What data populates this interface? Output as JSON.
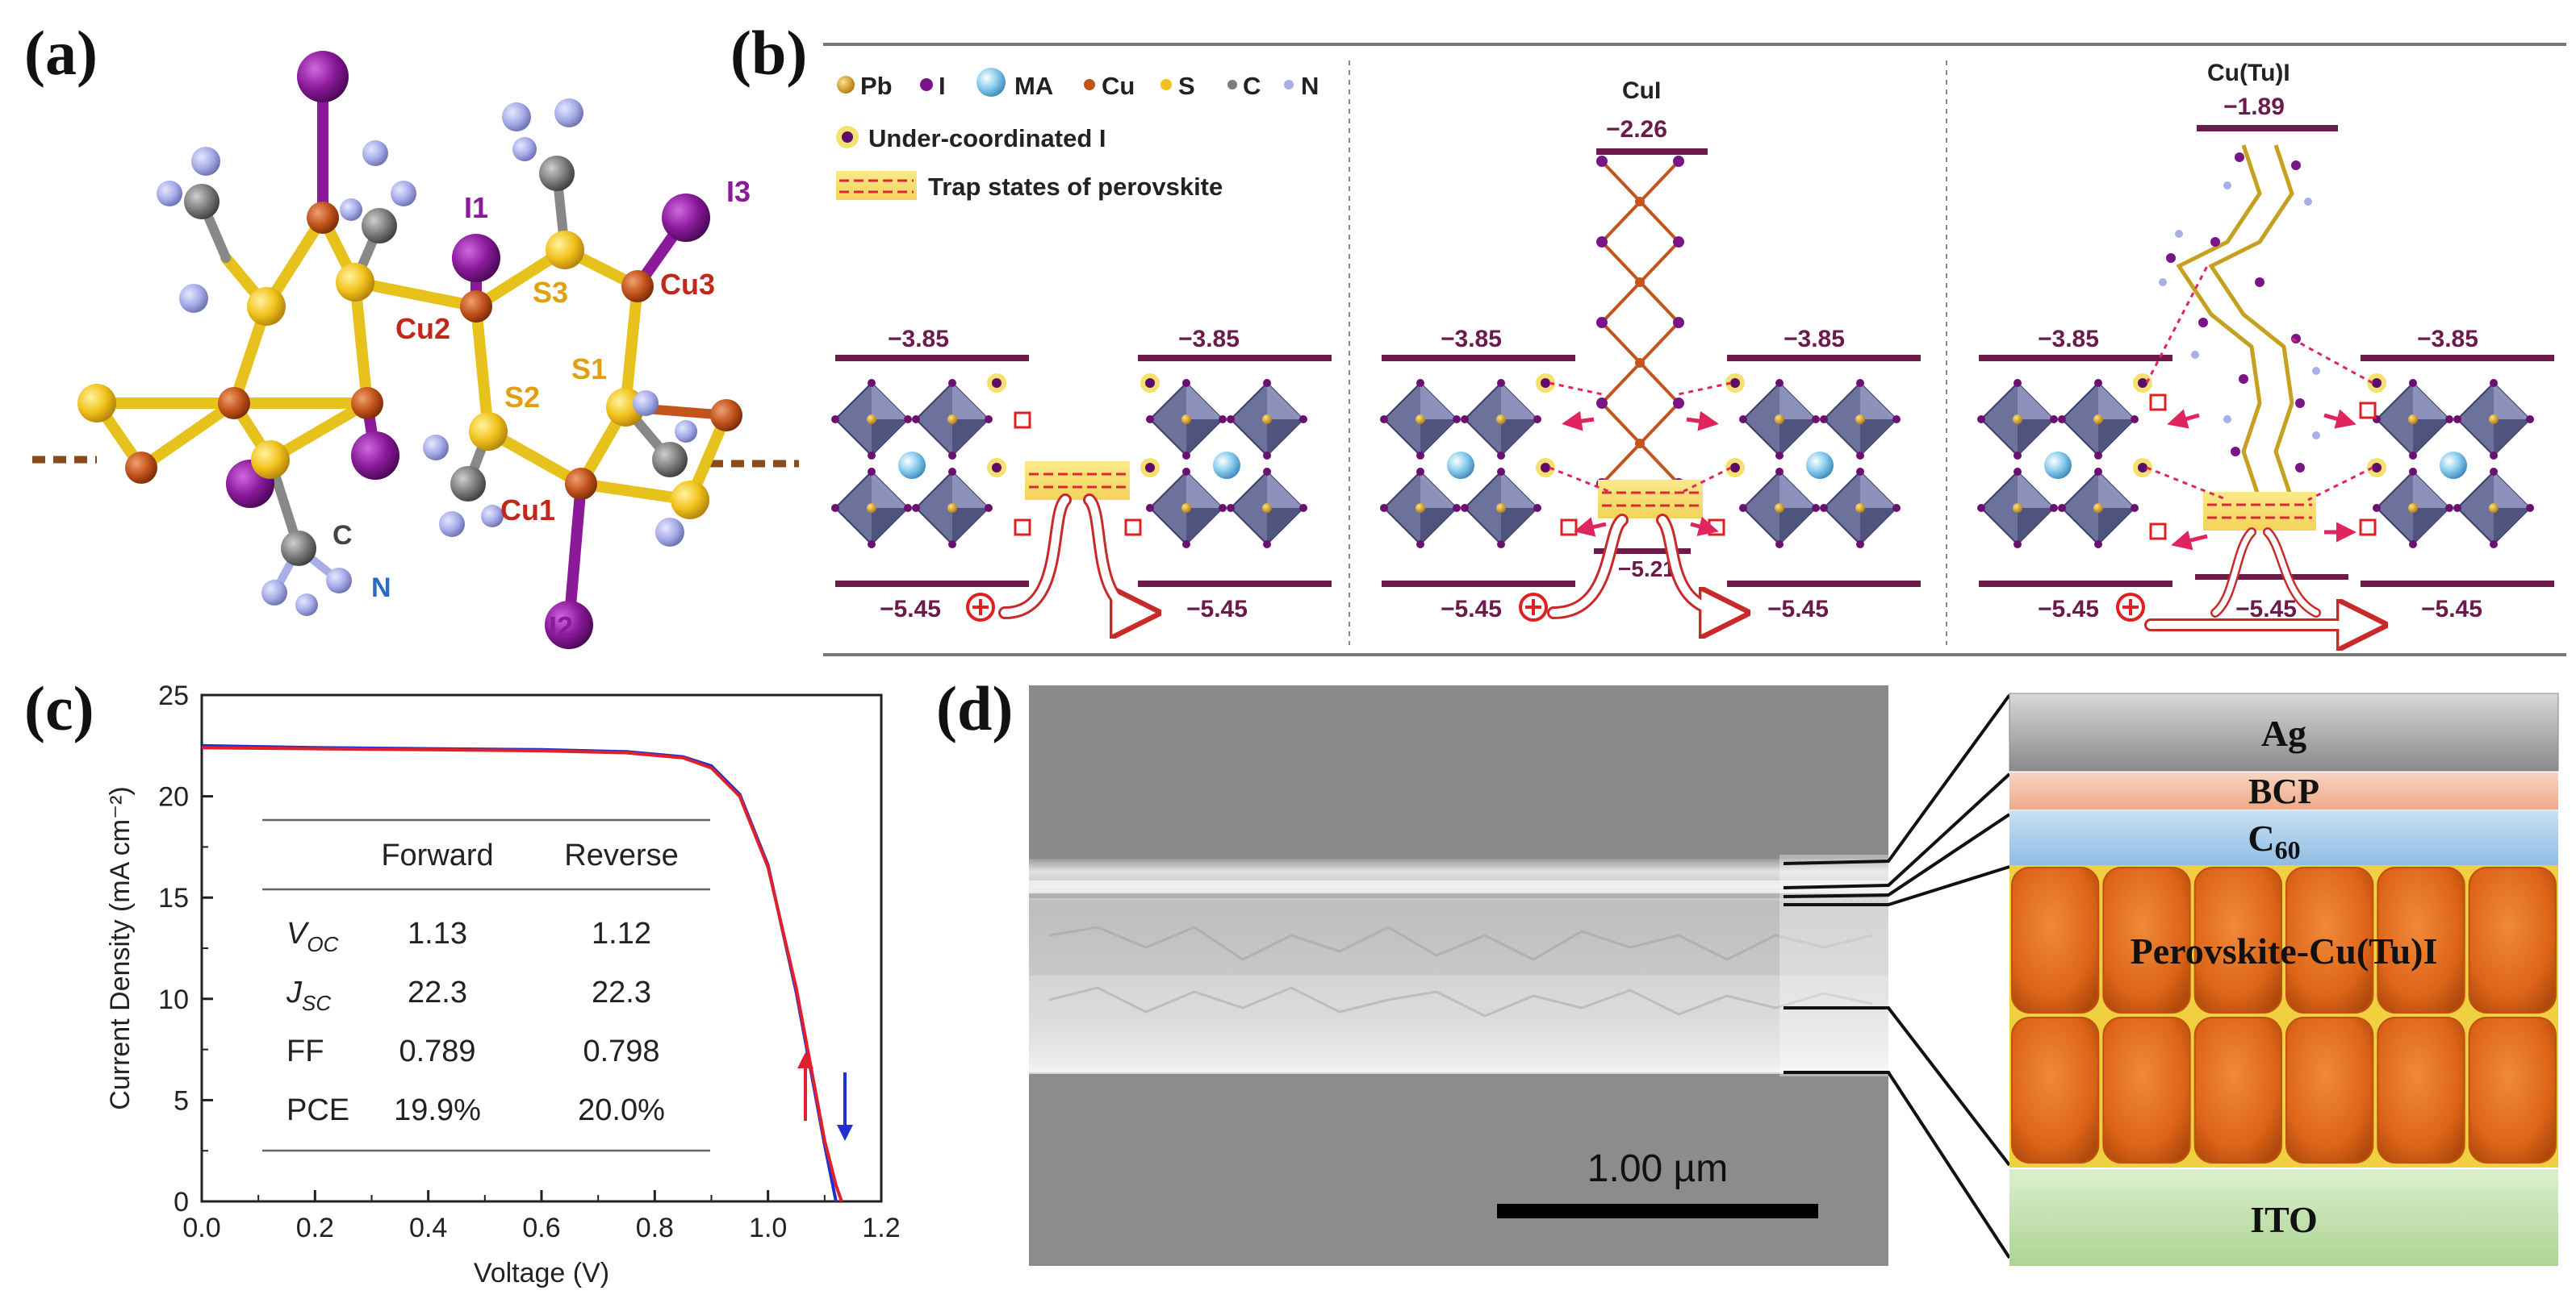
{
  "panels": {
    "a": "(a)",
    "b": "(b)",
    "c": "(c)",
    "d": "(d)"
  },
  "panel_a": {
    "atom_labels": {
      "I1": "I1",
      "I2": "I2",
      "I3": "I3",
      "Cu1": "Cu1",
      "Cu2": "Cu2",
      "Cu3": "Cu3",
      "S1": "S1",
      "S2": "S2",
      "S3": "S3",
      "C": "C",
      "N": "N"
    },
    "colors": {
      "I": "#8a1a9a",
      "Cu": "#c2541c",
      "S": "#f2c21c",
      "C": "#7d7d7d",
      "N": "#a7aee8",
      "bond_Cu": "#c2541c",
      "bond_S": "#e8c21c"
    }
  },
  "panel_b": {
    "legend": {
      "Pb": "Pb",
      "I": "I",
      "MA": "MA",
      "Cu": "Cu",
      "S": "S",
      "C": "C",
      "N": "N",
      "under": "Under-coordinated I",
      "trap": "Trap states of perovskite"
    },
    "sections": [
      {
        "title": "",
        "cb_left": "−3.85",
        "cb_right": "−3.85",
        "vb_left": "−5.45",
        "vb_right": "−5.45",
        "mid": ""
      },
      {
        "title": "CuI",
        "top": "−2.26",
        "cb_left": "−3.85",
        "cb_right": "−3.85",
        "vb_left": "−5.45",
        "vb_right": "−5.45",
        "mid": "−5.21"
      },
      {
        "title": "Cu(Tu)I",
        "top": "−1.89",
        "cb_left": "−3.85",
        "cb_right": "−3.85",
        "vb_left": "−5.45",
        "vb_right": "−5.45",
        "mid": "−5.45"
      }
    ],
    "colors": {
      "level": "#6b1a4a",
      "level_text": "#6b1a4a",
      "octahedron": "#5a5f8e",
      "octahedron_light": "#9aa0c6",
      "trap": "#f6e27a",
      "arrow": "#e0245e"
    }
  },
  "chart_data": {
    "type": "line",
    "xlabel": "Voltage (V)",
    "ylabel": "Current Density (mA cm⁻²)",
    "xlim": [
      0.0,
      1.2
    ],
    "ylim": [
      0,
      25
    ],
    "xticks": [
      "0.0",
      "0.2",
      "0.4",
      "0.6",
      "0.8",
      "1.0",
      "1.2"
    ],
    "yticks": [
      "0",
      "5",
      "10",
      "15",
      "20",
      "25"
    ],
    "series": [
      {
        "name": "Forward",
        "color": "#e0202a",
        "x": [
          0.0,
          0.2,
          0.4,
          0.6,
          0.75,
          0.85,
          0.9,
          0.95,
          1.0,
          1.05,
          1.08,
          1.1,
          1.12,
          1.13
        ],
        "values": [
          22.4,
          22.35,
          22.3,
          22.25,
          22.15,
          21.9,
          21.4,
          20.0,
          16.5,
          10.5,
          6.0,
          3.0,
          0.8,
          0.0
        ]
      },
      {
        "name": "Reverse",
        "color": "#2030d0",
        "x": [
          0.0,
          0.2,
          0.4,
          0.6,
          0.75,
          0.85,
          0.9,
          0.95,
          1.0,
          1.05,
          1.08,
          1.1,
          1.115,
          1.12
        ],
        "values": [
          22.5,
          22.4,
          22.35,
          22.3,
          22.2,
          21.95,
          21.5,
          20.1,
          16.6,
          10.3,
          5.8,
          2.8,
          0.7,
          0.0
        ]
      }
    ],
    "table": {
      "headers": [
        "",
        "Forward",
        "Reverse"
      ],
      "rows": [
        {
          "label": "V",
          "sub": "OC",
          "forward": "1.13",
          "reverse": "1.12"
        },
        {
          "label": "J",
          "sub": "SC",
          "forward": "22.3",
          "reverse": "22.3"
        },
        {
          "label": "FF",
          "sub": "",
          "forward": "0.789",
          "reverse": "0.798"
        },
        {
          "label": "PCE",
          "sub": "",
          "forward": "19.9%",
          "reverse": "20.0%"
        }
      ]
    }
  },
  "panel_d": {
    "scale_bar": "1.00 µm",
    "layers": [
      {
        "name": "Ag",
        "color": "#a6a6a6"
      },
      {
        "name": "BCP",
        "color": "#f2b79a"
      },
      {
        "name": "C",
        "sub": "60",
        "color": "#a9cdea"
      },
      {
        "name": "Perovskite-Cu(Tu)I",
        "color": "#e06a1e"
      },
      {
        "name": "ITO",
        "color": "#c5e2b0"
      }
    ]
  }
}
